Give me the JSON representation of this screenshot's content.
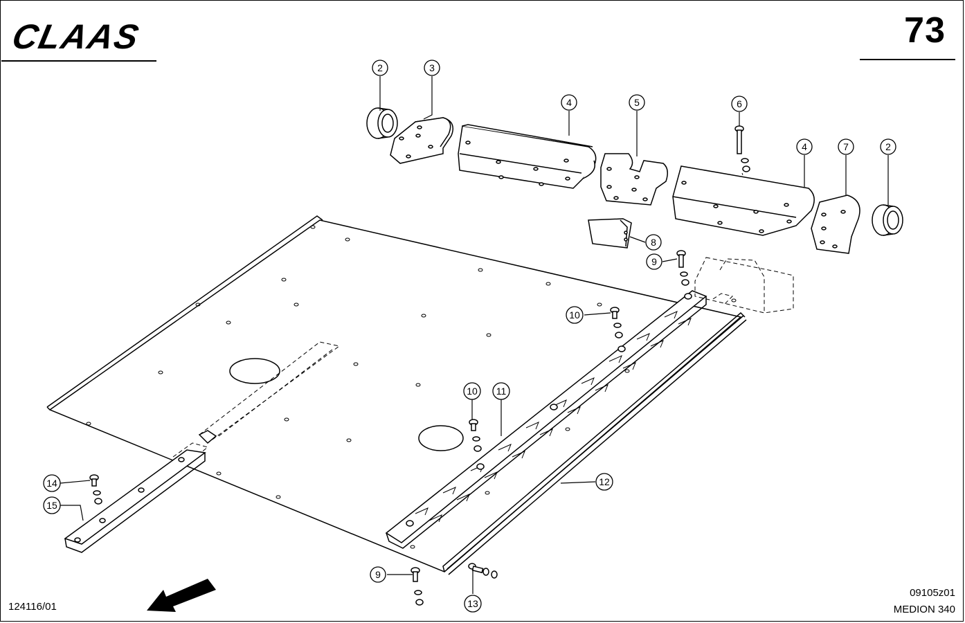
{
  "header": {
    "brand_logo": "CLAAS",
    "page_number": "73"
  },
  "footer": {
    "drawing_number_left": "124116/01",
    "drawing_number_right": "09105z01",
    "model": "MEDION 340"
  },
  "callouts": [
    {
      "id": "c2a",
      "label": "2"
    },
    {
      "id": "c3",
      "label": "3"
    },
    {
      "id": "c4a",
      "label": "4"
    },
    {
      "id": "c5",
      "label": "5"
    },
    {
      "id": "c6",
      "label": "6"
    },
    {
      "id": "c4b",
      "label": "4"
    },
    {
      "id": "c7",
      "label": "7"
    },
    {
      "id": "c2b",
      "label": "2"
    },
    {
      "id": "c8",
      "label": "8"
    },
    {
      "id": "c9a",
      "label": "9"
    },
    {
      "id": "c10a",
      "label": "10"
    },
    {
      "id": "c10b",
      "label": "10"
    },
    {
      "id": "c11",
      "label": "11"
    },
    {
      "id": "c12",
      "label": "12"
    },
    {
      "id": "c14",
      "label": "14"
    },
    {
      "id": "c15",
      "label": "15"
    },
    {
      "id": "c9b",
      "label": "9"
    },
    {
      "id": "c13",
      "label": "13"
    }
  ],
  "icons": {
    "direction_arrow": "arrow-down-left-icon"
  }
}
